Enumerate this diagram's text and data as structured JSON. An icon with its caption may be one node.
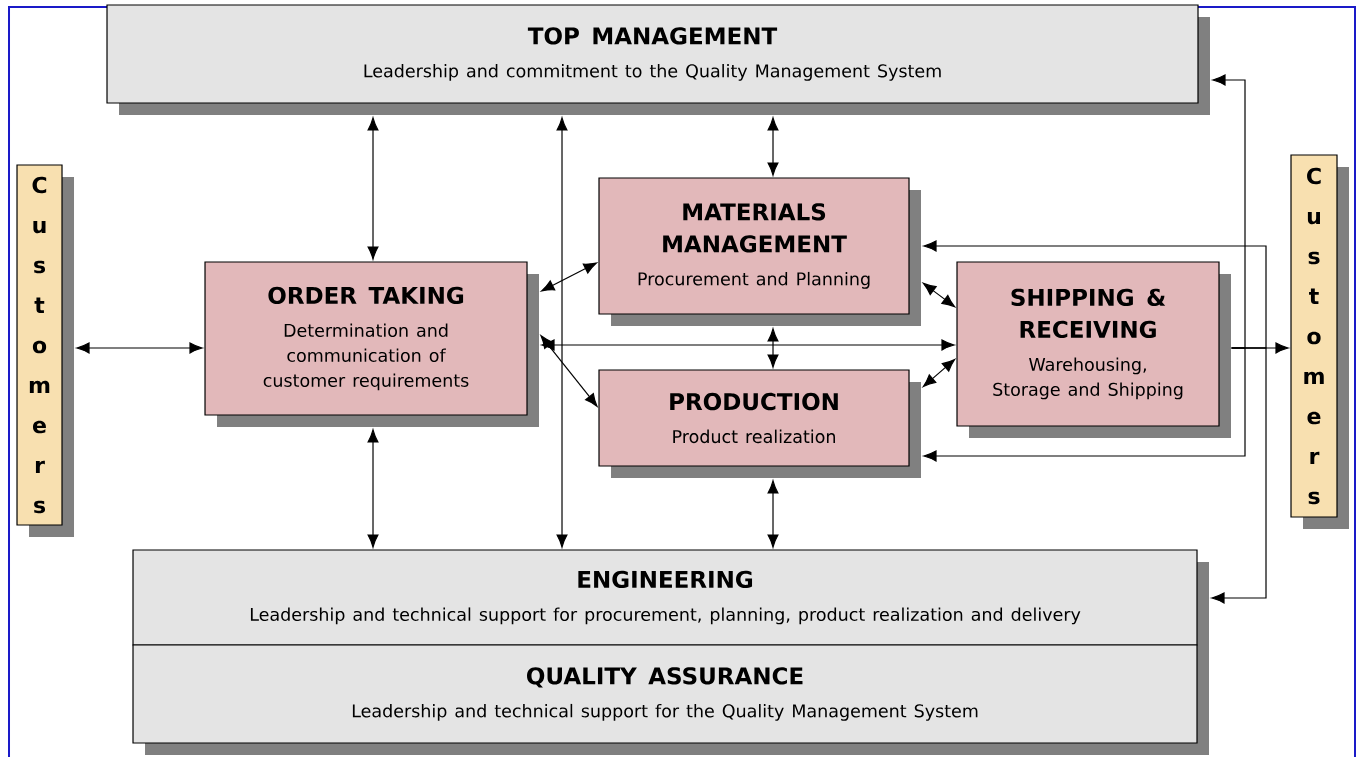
{
  "diagram": {
    "nodes": [
      {
        "text": [
          "TOP MANAGEMENT",
          "Leadership and commitment to the Quality Management System"
        ]
      },
      {
        "text": [
          "Customers"
        ]
      },
      {
        "text": [
          "ORDER TAKING",
          "Determination and communication of customer requirements"
        ]
      },
      {
        "text": [
          "MATERIALS MANAGEMENT",
          "Procurement and Planning"
        ]
      },
      {
        "text": [
          "PRODUCTION",
          "Product realization"
        ]
      },
      {
        "text": [
          "SHIPPING & RECEIVING",
          "Warehousing, Storage and Shipping"
        ]
      },
      {
        "text": [
          "Customers"
        ]
      },
      {
        "text": [
          "ENGINEERING",
          "Leadership and technical support for procurement, planning, product realization and delivery"
        ]
      },
      {
        "text": [
          "QUALITY ASSURANCE",
          "Leadership and technical support for the Quality Management System"
        ]
      }
    ],
    "edges": [
      {
        "from": 0,
        "to": 2,
        "arrow": "both"
      },
      {
        "from": 0,
        "to": 7,
        "arrow": "both"
      },
      {
        "from": 0,
        "to": 3,
        "arrow": "both"
      },
      {
        "from": 1,
        "to": 2,
        "arrow": "both"
      },
      {
        "from": 2,
        "to": 3,
        "arrow": "both"
      },
      {
        "from": 2,
        "to": 4,
        "arrow": "both"
      },
      {
        "from": 2,
        "to": 5,
        "arrow": "both"
      },
      {
        "from": 3,
        "to": 4,
        "arrow": "both"
      },
      {
        "from": 3,
        "to": 5,
        "arrow": "both"
      },
      {
        "from": 4,
        "to": 5,
        "arrow": "both"
      },
      {
        "from": 2,
        "to": 7,
        "arrow": "both"
      },
      {
        "from": 4,
        "to": 7,
        "arrow": "both"
      },
      {
        "from": 5,
        "to": 6,
        "arrow": "to"
      },
      {
        "from": 5,
        "to": 0,
        "arrow": "to"
      },
      {
        "from": 5,
        "to": 4,
        "arrow": "to"
      },
      {
        "from": 5,
        "to": 3,
        "arrow": "to"
      },
      {
        "from": 5,
        "to": 7,
        "arrow": "to"
      }
    ]
  }
}
